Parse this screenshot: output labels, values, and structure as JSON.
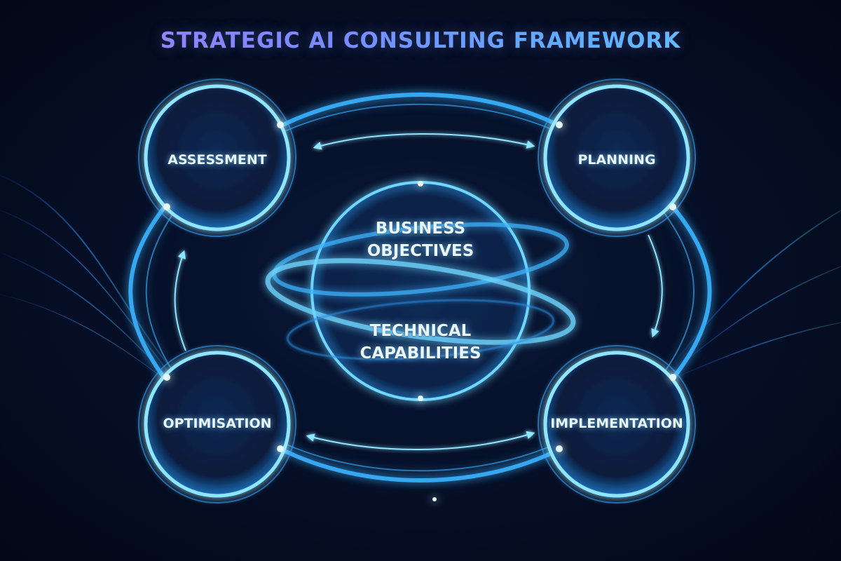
{
  "title": "STRATEGIC AI CONSULTING FRAMEWORK",
  "nodes": {
    "assessment": "ASSESSMENT",
    "planning": "PLANNING",
    "optimisation": "OPTIMISATION",
    "implementation": "IMPLEMENTATION"
  },
  "center": {
    "business": "BUSINESS OBJECTIVES",
    "technical": "TECHNICAL CAPABILITIES"
  },
  "colors": {
    "glow": "#3fb4ff",
    "ring": "#8fe4ff",
    "node_fill": "#081c3c",
    "background": "#061029"
  }
}
